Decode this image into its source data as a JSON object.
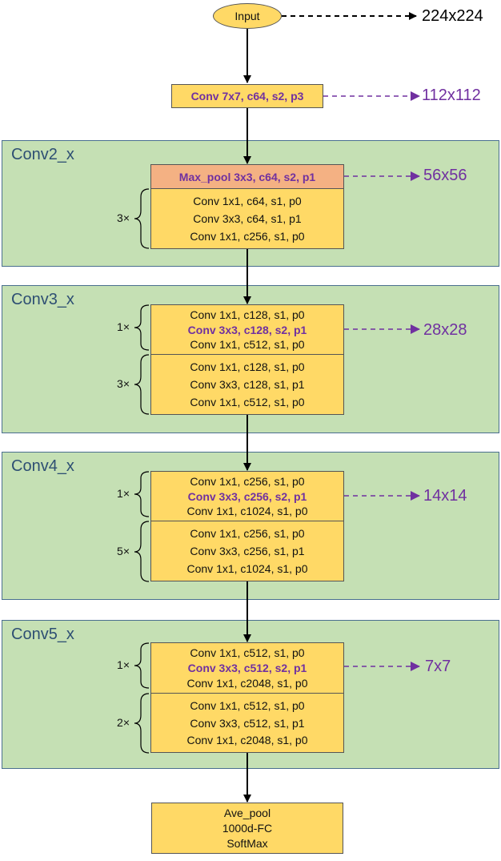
{
  "input": {
    "label": "Input",
    "size": "224x224"
  },
  "conv1": {
    "label": "Conv 7x7, c64, s2, p3",
    "size": "112x112"
  },
  "stages": [
    {
      "title": "Conv2_x",
      "pool": {
        "label": "Max_pool 3x3, c64, s2, p1",
        "size": "56x56"
      },
      "groups": [
        {
          "repeat": "3×",
          "lines": [
            "Conv 1x1, c64, s1, p0",
            "Conv 3x3, c64, s1, p1",
            "Conv 1x1, c256, s1, p0"
          ]
        }
      ]
    },
    {
      "title": "Conv3_x",
      "size": "28x28",
      "groups": [
        {
          "repeat": "1×",
          "lines": [
            "Conv 1x1, c128, s1, p0",
            "Conv 3x3, c128, s2, p1",
            "Conv 1x1, c512, s1, p0"
          ]
        },
        {
          "repeat": "3×",
          "lines": [
            "Conv 1x1, c128, s1, p0",
            "Conv 3x3, c128, s1, p1",
            "Conv 1x1, c512, s1, p0"
          ]
        }
      ]
    },
    {
      "title": "Conv4_x",
      "size": "14x14",
      "groups": [
        {
          "repeat": "1×",
          "lines": [
            "Conv 1x1, c256, s1, p0",
            "Conv 3x3, c256, s2, p1",
            "Conv 1x1, c1024, s1, p0"
          ]
        },
        {
          "repeat": "5×",
          "lines": [
            "Conv 1x1, c256, s1, p0",
            "Conv 3x3, c256, s1, p1",
            "Conv 1x1, c1024, s1, p0"
          ]
        }
      ]
    },
    {
      "title": "Conv5_x",
      "size": "7x7",
      "groups": [
        {
          "repeat": "1×",
          "lines": [
            "Conv 1x1, c512, s1, p0",
            "Conv 3x3, c512, s2, p1",
            "Conv 1x1, c2048, s1, p0"
          ]
        },
        {
          "repeat": "2×",
          "lines": [
            "Conv 1x1, c512, s1, p0",
            "Conv 3x3, c512, s1, p1",
            "Conv 1x1, c2048, s1, p0"
          ]
        }
      ]
    }
  ],
  "head": {
    "lines": [
      "Ave_pool",
      "1000d-FC",
      "SoftMax"
    ]
  },
  "colors": {
    "stage_bg": "#c5e0b4",
    "block": "#ffd966",
    "pool": "#f4b183",
    "highlight": "#7030a0"
  }
}
